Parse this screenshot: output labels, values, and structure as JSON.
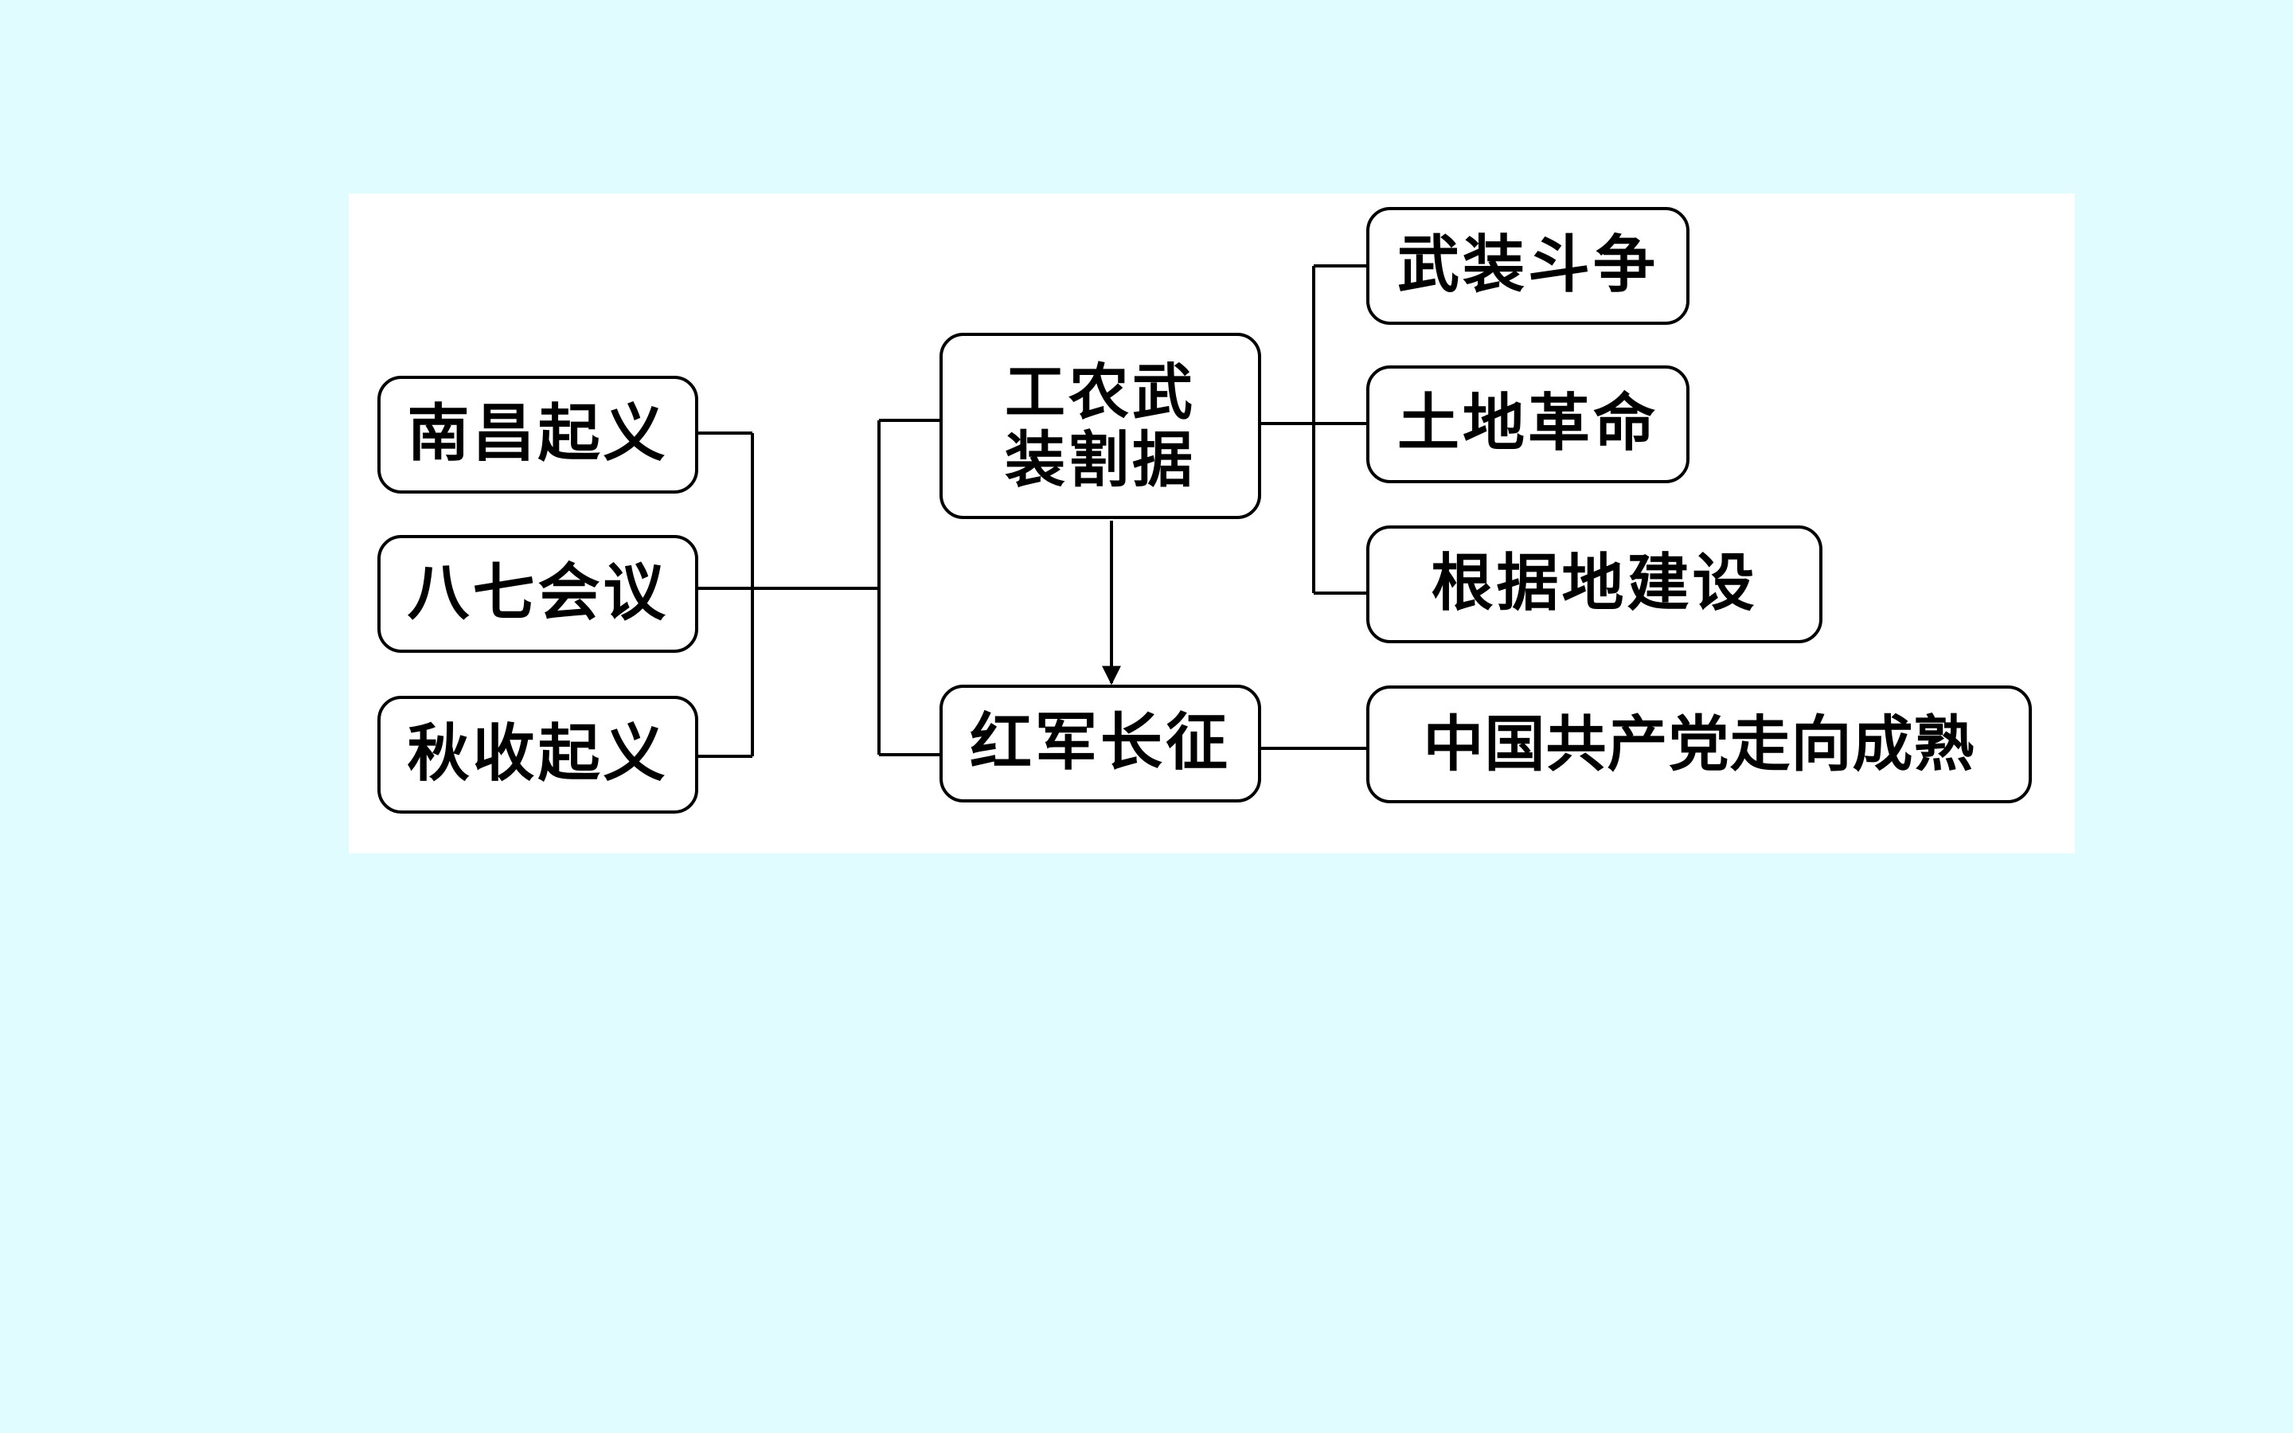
{
  "diagram": {
    "nodes": {
      "nanchang": "南昌起义",
      "bayi": "八七会议",
      "qiushou": "秋收起义",
      "gongnong_line1": "工农武",
      "gongnong_line2": "装割据",
      "hongjun": "红军长征",
      "wuzhuang": "武装斗争",
      "tudi": "土地革命",
      "genjudi": "根据地建设",
      "zhongguo": "中国共产党走向成熟"
    }
  },
  "colors": {
    "background": "#E0FCFE",
    "panel": "#FFFFFF",
    "stroke": "#000000",
    "text": "#000000"
  },
  "icons": {
    "arrow": "arrow-down-icon"
  }
}
